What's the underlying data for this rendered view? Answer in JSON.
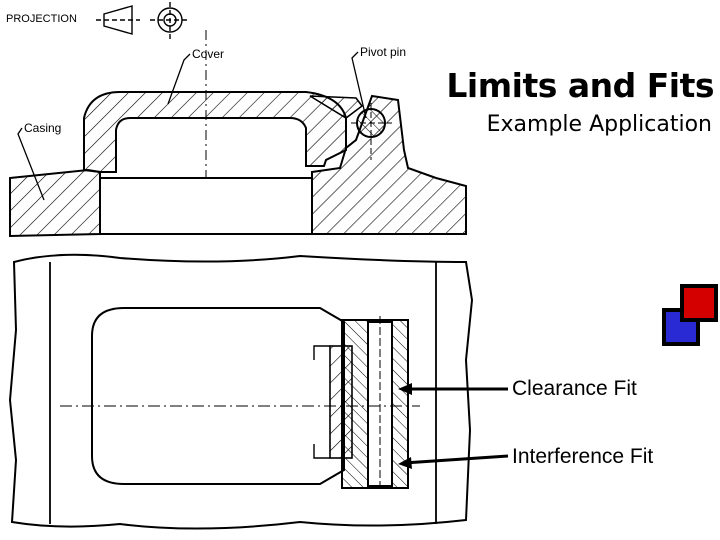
{
  "slide": {
    "title": "Limits and Fits",
    "subtitle": "Example Application"
  },
  "drawing": {
    "projection_label": "PROJECTION",
    "labels": {
      "cover": "Cover",
      "pivot_pin": "Pivot pin",
      "casing": "Casing"
    }
  },
  "callouts": {
    "clearance": "Clearance Fit",
    "interference": "Interference Fit"
  },
  "colors": {
    "logo_red": "#d40000",
    "logo_blue": "#2a2ad4",
    "logo_frame": "#000000",
    "ink": "#000000"
  }
}
